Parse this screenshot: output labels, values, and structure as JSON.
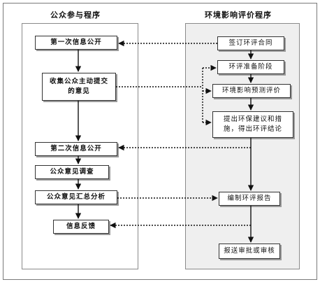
{
  "left_title": "公众参与程序",
  "right_title": "环境影响评价程序",
  "left_steps": {
    "first_disclosure": "第一次信息公开",
    "collect_opinions": "收集公众主动提交的意见",
    "second_disclosure": "第二次信息公开",
    "survey": "公众意见调查",
    "summary_analysis": "公众意见汇总分析",
    "feedback": "信息反馈"
  },
  "right_steps": {
    "sign_contract": "签订环评合同",
    "preparation": "环评准备阶段",
    "prediction": "环境影响预测评价",
    "proposals": "提出环保建议和措施，得出环评结论",
    "compile_report": "编制环评报告",
    "submit": "报送审批或审核"
  }
}
